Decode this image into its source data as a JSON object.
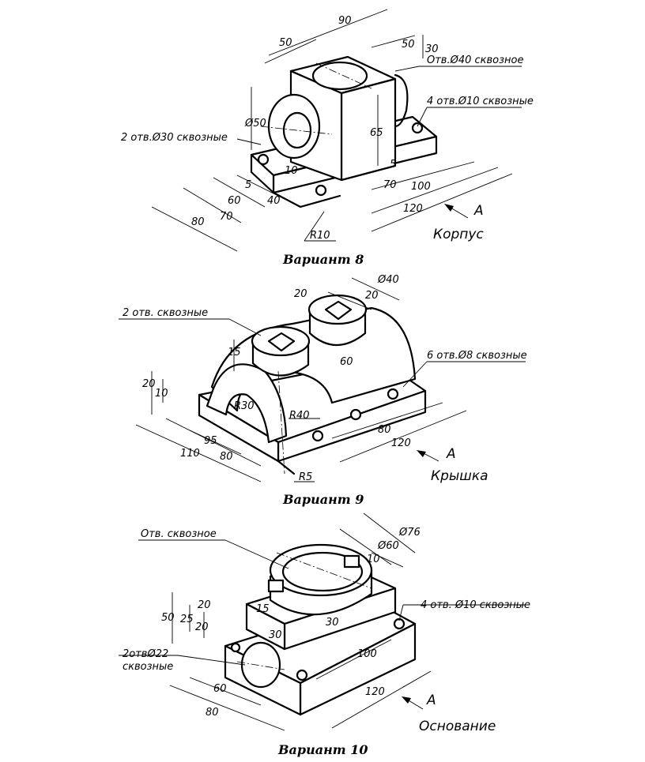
{
  "variant8": {
    "caption": "Вариант 8",
    "part_name": "Корпус",
    "view_letter": "A",
    "notes": {
      "hole40": "Отв.Ø40 сквозное",
      "holes10": "4 отв.Ø10 сквозные",
      "holes30": "2 отв.Ø30 сквозные"
    },
    "dims": {
      "d90": "90",
      "d50a": "50",
      "d50b": "50",
      "d30": "30",
      "dia50": "Ø50",
      "d65": "65",
      "d10": "10",
      "d5a": "5",
      "d5b": "5",
      "d60": "60",
      "d40": "40",
      "d70a": "70",
      "d70b": "70",
      "d80": "80",
      "d100": "100",
      "d120": "120",
      "r10": "R10"
    }
  },
  "variant9": {
    "caption": "Вариант 9",
    "part_name": "Крышка",
    "view_letter": "A",
    "notes": {
      "holes2": "2 отв. сквозные",
      "holes8": "6 отв.Ø8 сквозные"
    },
    "dims": {
      "dia40": "Ø40",
      "d20a": "20",
      "d20b": "20",
      "d15": "15",
      "d60": "60",
      "d20c": "20",
      "d10": "10",
      "r30": "R30",
      "r40": "R40",
      "d95": "95",
      "d110": "110",
      "d80a": "80",
      "d80b": "80",
      "d120": "120",
      "r5": "R5"
    }
  },
  "variant10": {
    "caption": "Вариант 10",
    "part_name": "Основание",
    "view_letter": "A",
    "notes": {
      "hole": "Отв. сквозное",
      "holes10": "4 отв. Ø10 сквозные",
      "holes22a": "2отвØ22",
      "holes22b": "сквозные"
    },
    "dims": {
      "dia76": "Ø76",
      "dia60": "Ø60",
      "d10": "10",
      "d50": "50",
      "d25": "25",
      "d20a": "20",
      "d20b": "20",
      "d15": "15",
      "d30a": "30",
      "d30b": "30",
      "d100": "100",
      "d60": "60",
      "d80": "80",
      "d120": "120"
    }
  }
}
